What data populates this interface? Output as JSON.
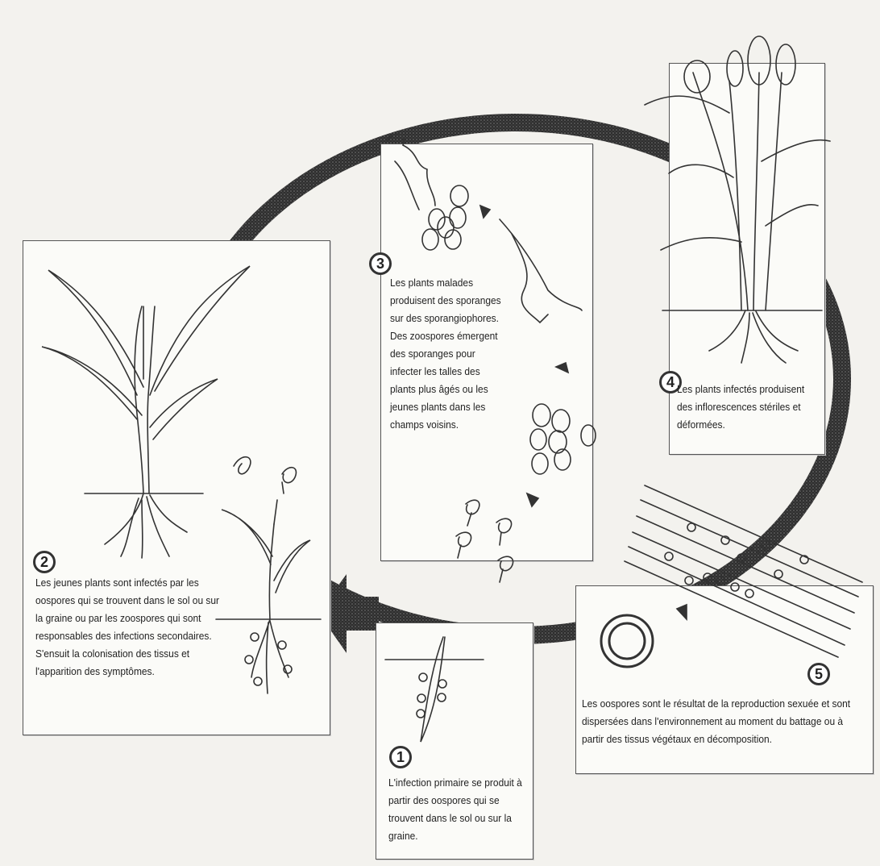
{
  "colors": {
    "cycle_arrow": "#3a3a3a",
    "outline": "#333333",
    "paper": "#f3f2ee",
    "panel": "#fbfbf8"
  },
  "stages": [
    {
      "number": "1",
      "text": "L'infection primaire se produit à partir des oospores qui se trouvent dans le sol ou sur la graine."
    },
    {
      "number": "2",
      "text": "Les jeunes plants sont infectés par les oospores qui se trouvent dans le sol ou sur la graine ou par les zoospores qui sont responsables des infections secondaires. S'ensuit la colonisation des tissus et l'apparition des symptômes."
    },
    {
      "number": "3",
      "text": "Les plants malades produisent des sporanges sur des sporangiophores. Des zoospores émergent des sporanges pour infecter les talles des plants plus âgés ou les jeunes plants dans les champs voisins."
    },
    {
      "number": "4",
      "text": "Les plants infectés produisent des inflorescences stériles et déformées."
    },
    {
      "number": "5",
      "text": "Les oospores sont le résultat de la reproduction sexuée et sont dispersées dans l'environnement au moment du battage ou à partir des tissus végétaux en décomposition."
    }
  ],
  "icons": [
    "seedling-illustration",
    "young-plant-illustration",
    "sporangia-illustration",
    "zoospore-illustration",
    "mature-plant-illustration",
    "leaf-tissue-illustration",
    "oospore-icon",
    "cycle-arrow"
  ]
}
